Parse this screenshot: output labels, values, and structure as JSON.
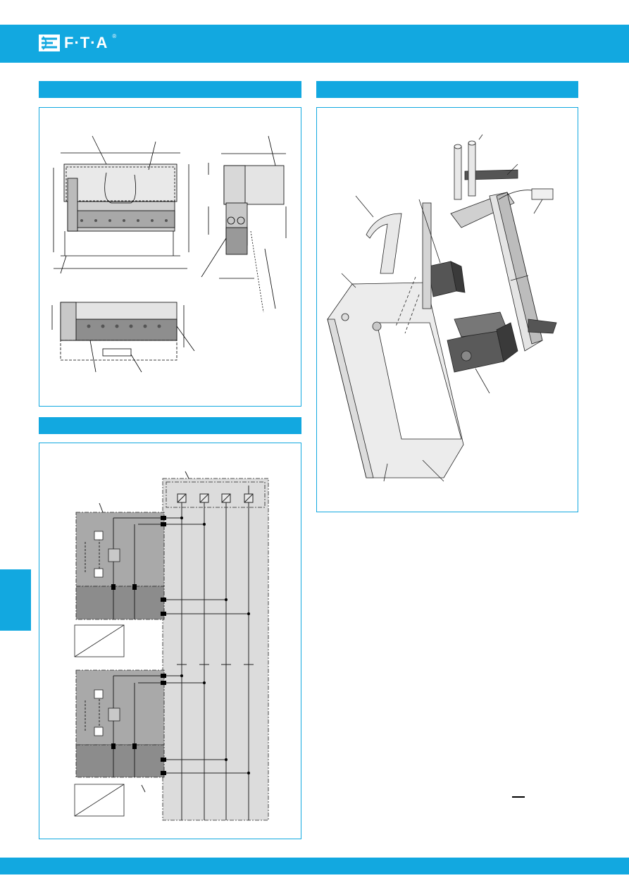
{
  "brand": {
    "logo_text": "F·T·A",
    "registered_mark": "®",
    "accent_color": "#12a8e0"
  },
  "sections": [
    {
      "id": "dimensions",
      "heading": ""
    },
    {
      "id": "exploded-view",
      "heading": ""
    },
    {
      "id": "circuit-diagram",
      "heading": ""
    }
  ],
  "side_tab": {
    "label": ""
  }
}
